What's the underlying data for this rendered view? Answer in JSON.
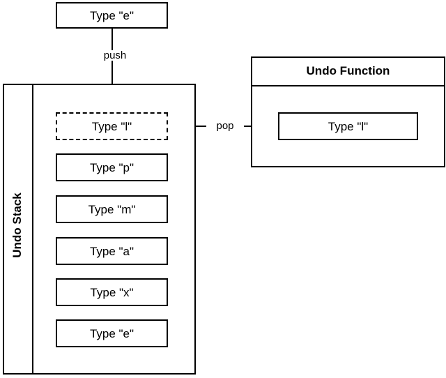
{
  "diagram": {
    "title_vertical": "Undo Stack",
    "input_action": {
      "label": "Type \"e\""
    },
    "edges": [
      {
        "name": "push",
        "label": "push"
      },
      {
        "name": "pop",
        "label": "pop"
      }
    ],
    "stack": {
      "label": "Undo Stack",
      "items": [
        {
          "label": "Type \"l\"",
          "state": "popping",
          "style": "dashed"
        },
        {
          "label": "Type \"p\"",
          "state": "stored",
          "style": "solid"
        },
        {
          "label": "Type \"m\"",
          "state": "stored",
          "style": "solid"
        },
        {
          "label": "Type \"a\"",
          "state": "stored",
          "style": "solid"
        },
        {
          "label": "Type \"x\"",
          "state": "stored",
          "style": "solid"
        },
        {
          "label": "Type \"e\"",
          "state": "stored",
          "style": "solid"
        }
      ]
    },
    "undo_function": {
      "title": "Undo Function",
      "payload": {
        "label": "Type \"l\""
      }
    },
    "colors": {
      "background": "#ffffff",
      "stroke": "#000000",
      "text": "#000000"
    }
  }
}
